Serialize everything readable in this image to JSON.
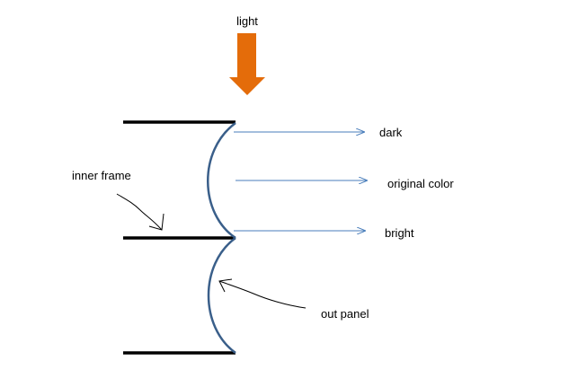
{
  "labels": {
    "light": "light",
    "dark": "dark",
    "original_color": "original color",
    "bright": "bright",
    "inner_frame": "inner frame",
    "out_panel": "out panel"
  },
  "colors": {
    "light_arrow": "#e46c0a",
    "curve": "#3a5f8a",
    "ray": "#4a7ebb",
    "frame": "#000000",
    "pointer": "#000000"
  }
}
